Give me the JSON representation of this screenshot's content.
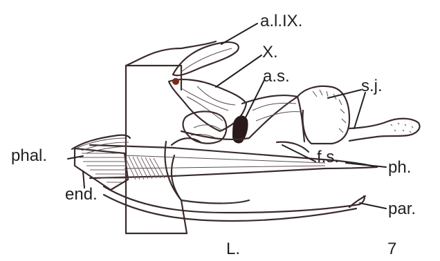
{
  "labels": {
    "alix": "a.l.IX.",
    "x": "X.",
    "as": "a.s.",
    "sj": "s.j.",
    "phal": "phal.",
    "fs": "f.s.",
    "ph": "ph.",
    "end": "end.",
    "par": "par.",
    "view": "L.",
    "figure_number": "7"
  },
  "colors": {
    "ink": "#231f20",
    "outline": "#3a2a2c",
    "dark_sclerite": "#2a1a1c",
    "accent_mark": "#7a2a1a"
  }
}
